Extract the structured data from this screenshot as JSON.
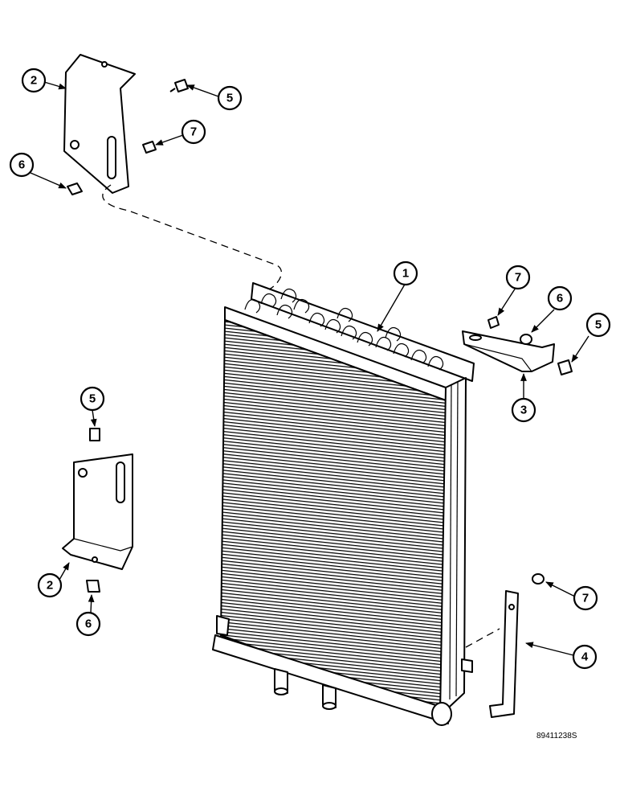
{
  "drawing_id": "89411238S",
  "callouts": [
    {
      "number": "1"
    },
    {
      "number": "2"
    },
    {
      "number": "2"
    },
    {
      "number": "3"
    },
    {
      "number": "4"
    },
    {
      "number": "5"
    },
    {
      "number": "5"
    },
    {
      "number": "5"
    },
    {
      "number": "6"
    },
    {
      "number": "6"
    },
    {
      "number": "6"
    },
    {
      "number": "7"
    },
    {
      "number": "7"
    },
    {
      "number": "7"
    }
  ]
}
